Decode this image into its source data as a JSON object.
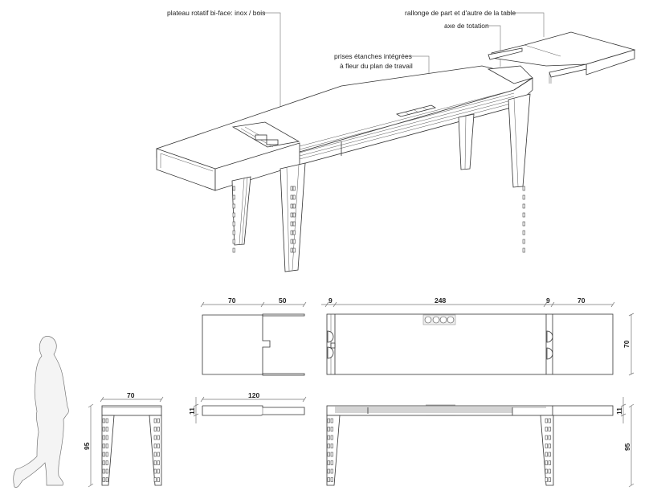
{
  "annotations": {
    "plateau": "plateau rotatif bi-face: inox / bois",
    "rallonge": "rallonge de part et d'autre de la table",
    "axe": "axe de totation",
    "prises_line1": "prises étanches intégrées",
    "prises_line2": "à fleur du plan de travail"
  },
  "plan_extension": {
    "dims": {
      "width_a": "70",
      "width_b": "50"
    }
  },
  "plan_table": {
    "dims": {
      "end_left": "9",
      "main": "248",
      "end_right": "9",
      "extension": "70",
      "depth": "70"
    },
    "sockets": 4
  },
  "side_view": {
    "dims": {
      "width": "70",
      "height": "95"
    }
  },
  "extension_elevation": {
    "dims": {
      "length": "120",
      "thickness": "11"
    }
  },
  "front_elevation": {
    "dims": {
      "thickness": "11",
      "height": "95"
    }
  },
  "colors": {
    "line": "#333333",
    "dimension": "#777777",
    "background": "#ffffff",
    "figure_fill": "#f4f4f4"
  }
}
